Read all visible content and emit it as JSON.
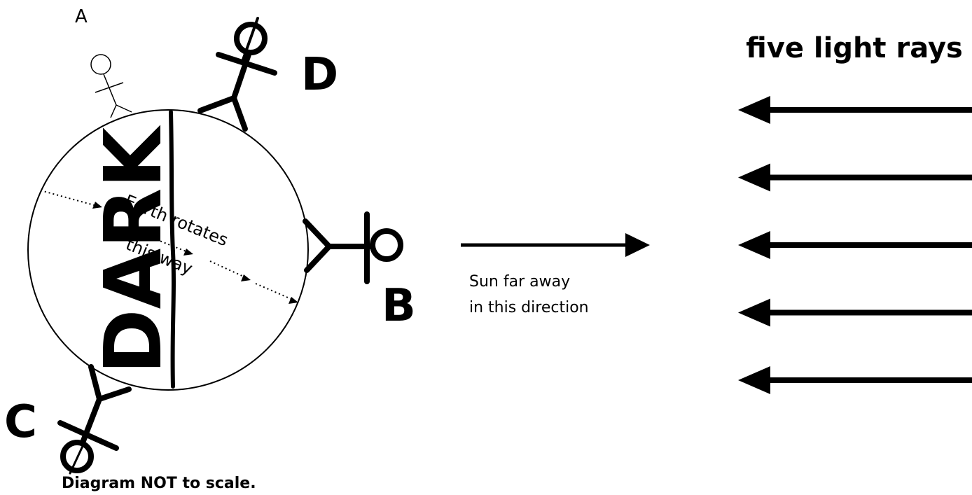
{
  "labels": {
    "person_a": "A",
    "person_b": "B",
    "person_c": "C",
    "person_d": "D",
    "dark": "DARK",
    "rotation_line1": "Earth rotates",
    "rotation_line2": "this way",
    "sun_line1": "Sun far away",
    "sun_line2": "in this direction",
    "rays_title": "five light rays",
    "note_prefix": "Diagram ",
    "note_emphasis": "NOT",
    "note_suffix": " to scale."
  },
  "light_rays": {
    "count": 5
  },
  "colors": {
    "ink": "#000000",
    "background": "#ffffff"
  }
}
